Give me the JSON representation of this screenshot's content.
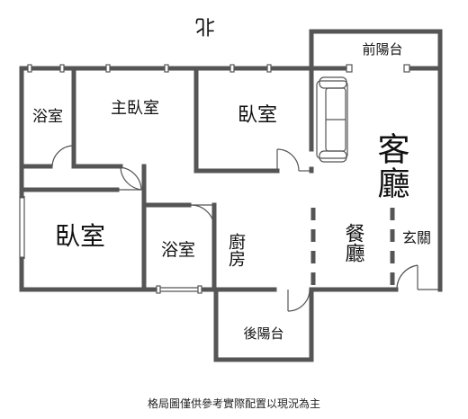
{
  "compass": "北",
  "rooms": {
    "front_balcony": "前陽台",
    "bath_top": "浴室",
    "master_bedroom": "主臥室",
    "bedroom_top": "臥室",
    "living_room": "客廳",
    "bedroom_left": "臥室",
    "bath_mid": "浴室",
    "kitchen": "廚房",
    "dining_room": "餐廳",
    "entrance": "玄關",
    "back_balcony": "後陽台"
  },
  "caption": "格局圖僅供參考實際配置以現況為主"
}
